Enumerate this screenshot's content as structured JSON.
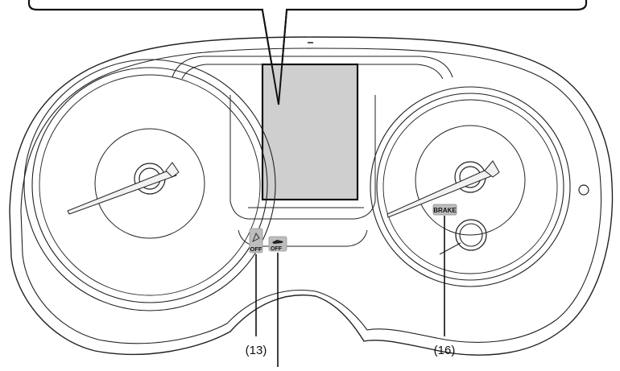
{
  "callouts": [
    {
      "id": "13",
      "label": "(13)"
    },
    {
      "id": "16",
      "label": "(16)"
    }
  ],
  "indicators": {
    "eyesight_off_text": "OFF",
    "traction_off_text": "OFF",
    "brake_text": "BRAKE"
  },
  "colors": {
    "line": "#111111",
    "display_fill": "#cfcfcf",
    "indicator_fill": "#bdbdbd",
    "needle_fill": "#f2f2f2"
  }
}
